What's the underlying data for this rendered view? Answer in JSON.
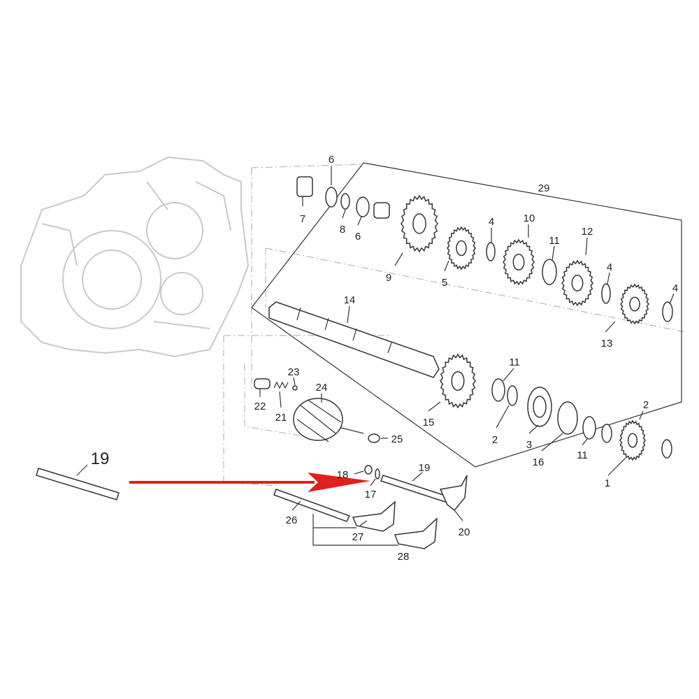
{
  "diagram": {
    "title": "Gearbox exploded parts diagram",
    "labels": [
      "6",
      "7",
      "8",
      "6",
      "29",
      "4",
      "10",
      "11",
      "12",
      "9",
      "5",
      "4",
      "4",
      "13",
      "14",
      "11",
      "23",
      "24",
      "22",
      "21",
      "15",
      "25",
      "2",
      "2",
      "3",
      "16",
      "11",
      "1",
      "19",
      "19",
      "18",
      "17",
      "26",
      "27",
      "20",
      "28"
    ],
    "highlight_color": "#e0201c"
  }
}
